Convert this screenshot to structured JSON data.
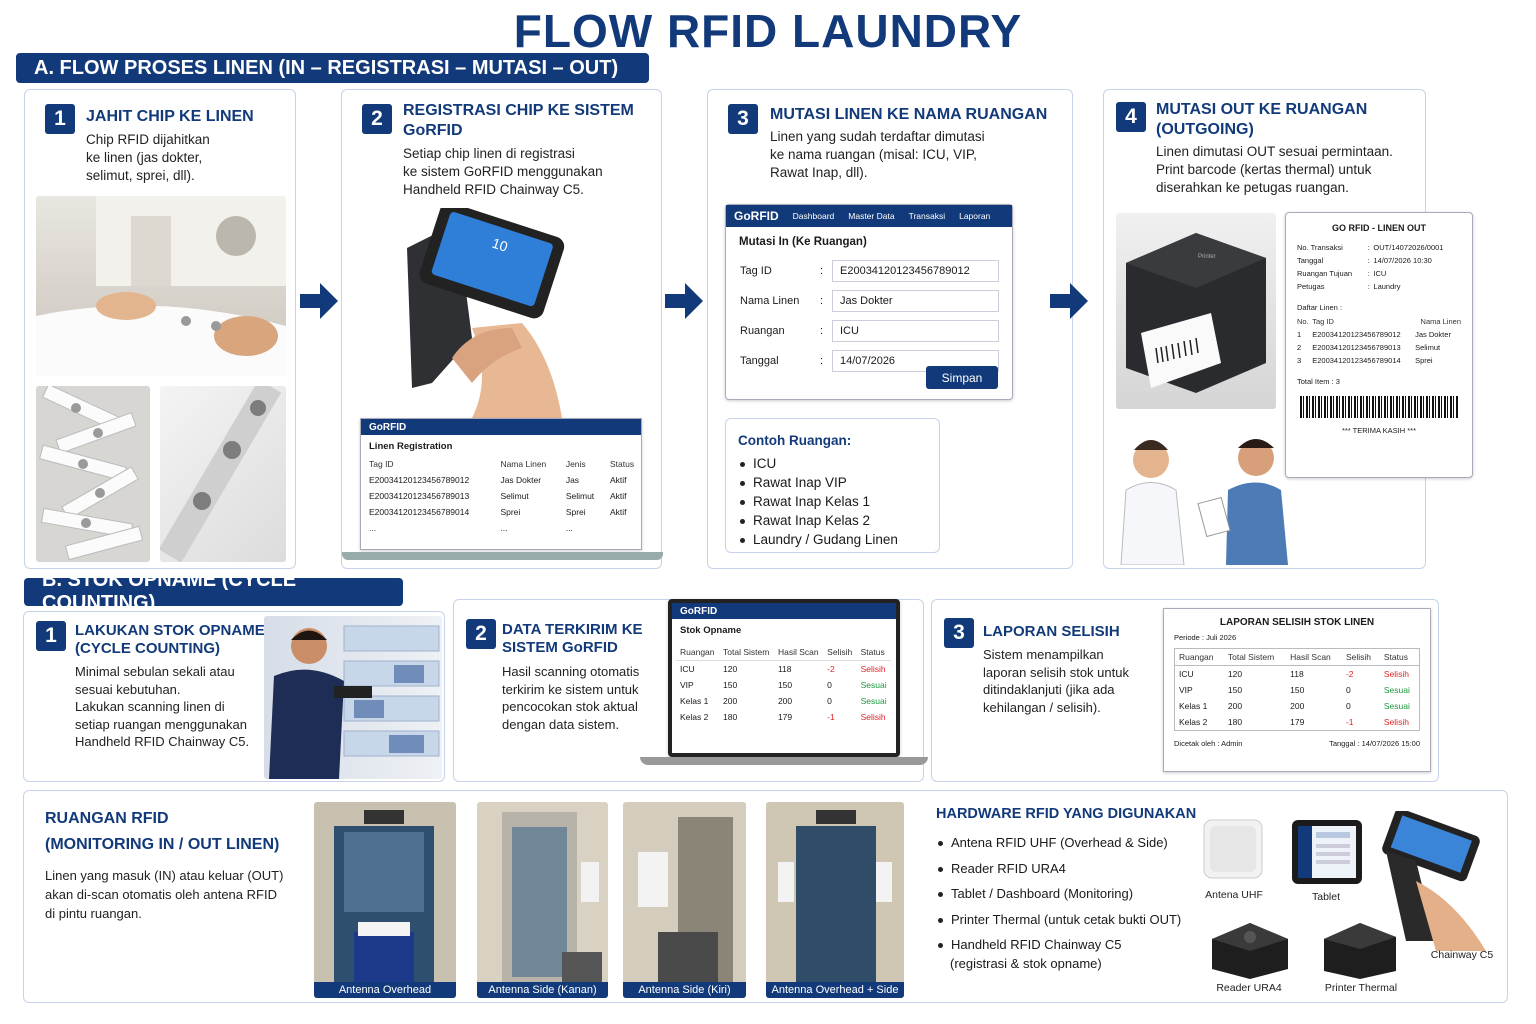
{
  "title": "FLOW RFID LAUNDRY",
  "colors": {
    "accent": "#123a7a",
    "status_red": "#dd2222",
    "status_green": "#1a9a3a"
  },
  "section_a": "A. FLOW PROSES LINEN (IN – REGISTRASI – MUTASI – OUT)",
  "section_b": "B. STOK OPNAME (CYCLE COUNTING)",
  "steps": [
    {
      "num": "1",
      "title": "JAHIT CHIP KE LINEN",
      "text": [
        "Chip RFID dijahitkan",
        "ke linen (jas dokter,",
        "selimut, sprei, dll)."
      ]
    },
    {
      "num": "2",
      "title": [
        "REGISTRASI CHIP KE SISTEM",
        "GoRFID"
      ],
      "text": [
        "Setiap chip linen di registrasi",
        "ke sistem GoRFID menggunakan",
        "Handheld RFID Chainway C5."
      ]
    },
    {
      "num": "3",
      "title": "MUTASI LINEN KE NAMA RUANGAN",
      "text": [
        "Linen yang sudah terdaftar dimutasi",
        "ke nama ruangan (misal: ICU, VIP,",
        "Rawat Inap, dll)."
      ]
    },
    {
      "num": "4",
      "title": [
        "MUTASI OUT KE RUANGAN",
        "(OUTGOING)"
      ],
      "text": [
        "Linen dimutasi OUT sesuai permintaan.",
        "Print barcode (kertas thermal) untuk",
        "diserahkan ke petugas ruangan."
      ]
    }
  ],
  "phone_time": "10",
  "reg_app": {
    "brand": "GoRFID",
    "title": "Linen Registration",
    "headers": [
      "Tag ID",
      "Nama Linen",
      "Jenis",
      "Status"
    ],
    "rows": [
      [
        "E20034120123456789012",
        "Jas Dokter",
        "Jas",
        "Aktif"
      ],
      [
        "E20034120123456789013",
        "Selimut",
        "Selimut",
        "Aktif"
      ],
      [
        "E20034120123456789014",
        "Sprei",
        "Sprei",
        "Aktif"
      ],
      [
        "...",
        "...",
        "...",
        ""
      ]
    ]
  },
  "mutasi_app": {
    "brand": "GoRFID",
    "nav": [
      "Dashboard",
      "Master Data",
      "Transaksi",
      "Laporan"
    ],
    "title": "Mutasi In (Ke Ruangan)",
    "fields": [
      {
        "k": "Tag ID",
        "v": "E20034120123456789012"
      },
      {
        "k": "Nama Linen",
        "v": "Jas Dokter"
      },
      {
        "k": "Ruangan",
        "v": "ICU"
      },
      {
        "k": "Tanggal",
        "v": "14/07/2026"
      }
    ],
    "button": "Simpan"
  },
  "contoh": {
    "title": "Contoh Ruangan:",
    "items": [
      "ICU",
      "Rawat Inap VIP",
      "Rawat Inap Kelas 1",
      "Rawat Inap Kelas 2",
      "Laundry / Gudang Linen"
    ]
  },
  "printer_brand": "Printer",
  "receipt": {
    "title": "GO RFID - LINEN OUT",
    "meta": [
      {
        "k": "No. Transaksi",
        "v": "OUT/14072026/0001"
      },
      {
        "k": "Tanggal",
        "v": "14/07/2026 10:30"
      },
      {
        "k": "Ruangan Tujuan",
        "v": "ICU"
      },
      {
        "k": "Petugas",
        "v": "Laundry"
      }
    ],
    "list_label": "Daftar Linen :",
    "headers": [
      "No.",
      "Tag ID",
      "Nama Linen"
    ],
    "rows": [
      [
        "1",
        "E20034120123456789012",
        "Jas Dokter"
      ],
      [
        "2",
        "E20034120123456789013",
        "Selimut"
      ],
      [
        "3",
        "E20034120123456789014",
        "Sprei"
      ]
    ],
    "total": "Total Item : 3",
    "thanks": "*** TERIMA KASIH ***"
  },
  "b_steps": [
    {
      "num": "1",
      "title": [
        "LAKUKAN STOK OPNAME",
        "(CYCLE COUNTING)"
      ],
      "text": [
        "Minimal sebulan sekali atau",
        "sesuai kebutuhan.",
        "Lakukan scanning linen di",
        "setiap ruangan menggunakan",
        "Handheld RFID Chainway C5."
      ]
    },
    {
      "num": "2",
      "title": [
        "DATA TERKIRIM KE",
        "SISTEM GoRFID"
      ],
      "text": [
        "Hasil scanning otomatis",
        "terkirim ke sistem untuk",
        "pencocokan stok aktual",
        "dengan data sistem."
      ]
    },
    {
      "num": "3",
      "title": "LAPORAN SELISIH",
      "text": [
        "Sistem menampilkan",
        "laporan selisih stok untuk",
        "ditindaklanjuti (jika ada",
        "kehilangan / selisih)."
      ]
    }
  ],
  "opname_app": {
    "brand": "GoRFID",
    "title": "Stok Opname",
    "headers": [
      "Ruangan",
      "Total Sistem",
      "Hasil Scan",
      "Selisih",
      "Status"
    ],
    "rows": [
      [
        "ICU",
        "120",
        "118",
        "-2",
        "Selisih"
      ],
      [
        "VIP",
        "150",
        "150",
        "0",
        "Sesuai"
      ],
      [
        "Kelas 1",
        "200",
        "200",
        "0",
        "Sesuai"
      ],
      [
        "Kelas 2",
        "180",
        "179",
        "-1",
        "Selisih"
      ]
    ]
  },
  "report": {
    "title": "LAPORAN SELISIH STOK LINEN",
    "period": "Periode : Juli 2026",
    "headers": [
      "Ruangan",
      "Total Sistem",
      "Hasil Scan",
      "Selisih",
      "Status"
    ],
    "rows": [
      [
        "ICU",
        "120",
        "118",
        "-2",
        "Selisih"
      ],
      [
        "VIP",
        "150",
        "150",
        "0",
        "Sesuai"
      ],
      [
        "Kelas 1",
        "200",
        "200",
        "0",
        "Sesuai"
      ],
      [
        "Kelas 2",
        "180",
        "179",
        "-1",
        "Selisih"
      ]
    ],
    "printed_by": "Dicetak oleh : Admin",
    "printed_at": "Tanggal : 14/07/2026 15:00"
  },
  "ruangan": {
    "title": [
      "RUANGAN RFID",
      "(MONITORING IN / OUT LINEN)"
    ],
    "text": [
      "Linen yang masuk (IN) atau keluar (OUT)",
      "akan di-scan otomatis oleh antena RFID",
      "di pintu ruangan."
    ],
    "photos": [
      "Antenna Overhead",
      "Antenna Side (Kanan)",
      "Antenna Side (Kiri)",
      "Antenna Overhead + Side"
    ]
  },
  "hardware": {
    "title": "HARDWARE RFID YANG DIGUNAKAN",
    "items": [
      "Antena RFID UHF (Overhead & Side)",
      "Reader RFID URA4",
      "Tablet / Dashboard (Monitoring)",
      "Printer Thermal (untuk cetak bukti OUT)",
      "Handheld RFID Chainway C5"
    ],
    "item5_sub": "(registrasi & stok opname)",
    "labels": [
      "Antena UHF",
      "Tablet",
      "Chainway C5",
      "Reader URA4",
      "Printer Thermal"
    ]
  }
}
